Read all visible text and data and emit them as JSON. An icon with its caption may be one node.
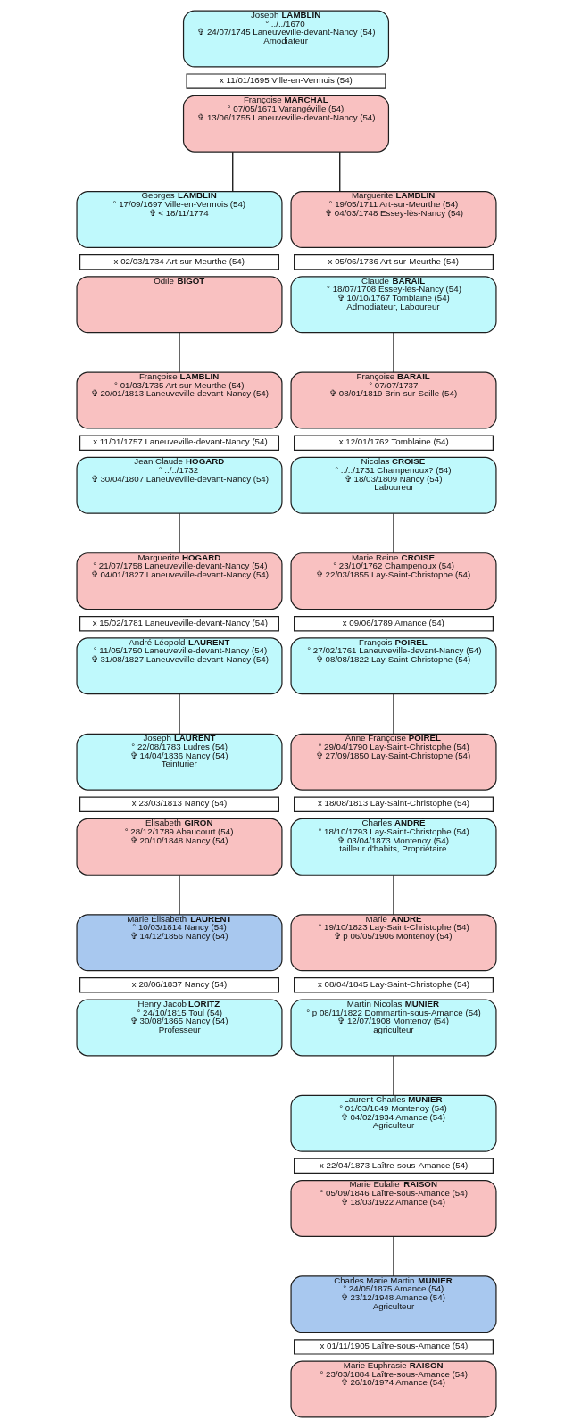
{
  "diagram": {
    "nodes": [
      {
        "text": [
          "Joseph **LAMBLIN**",
          "° ../../1670",
          "✞ 24/07/1745 Laneuveville-devant-Nancy (54)",
          "Amodiateur"
        ]
      },
      {
        "text": [
          "x 11/01/1695 Ville-en-Vermois (54)"
        ]
      },
      {
        "text": [
          "Françoise **MARCHAL**",
          "° 07/05/1671 Varangéville (54)",
          "✞ 13/06/1755 Laneuveville-devant-Nancy (54)"
        ]
      },
      {
        "text": [
          "Georges **LAMBLIN**",
          "° 17/09/1697 Ville-en-Vermois (54)",
          "✞ < 18/11/1774"
        ]
      },
      {
        "text": [
          "Marguerite **LAMBLIN**",
          "° 19/05/1711 Art-sur-Meurthe (54)",
          "✞ 04/03/1748 Essey-lès-Nancy (54)"
        ]
      },
      {
        "text": [
          "x 02/03/1734 Art-sur-Meurthe (54)"
        ]
      },
      {
        "text": [
          "x 05/06/1736 Art-sur-Meurthe (54)"
        ]
      },
      {
        "text": [
          "Odile **BIGOT**"
        ]
      },
      {
        "text": [
          "Claude **BARAIL**",
          "° 18/07/1708 Essey-lès-Nancy (54)",
          "✞ 10/10/1767 Tomblaine (54)",
          "Admodiateur, Laboureur"
        ]
      },
      {
        "text": [
          "Françoise **LAMBLIN**",
          "° 01/03/1735 Art-sur-Meurthe (54)",
          "✞ 20/01/1813 Laneuveville-devant-Nancy (54)"
        ]
      },
      {
        "text": [
          "Françoise **BARAIL**",
          "° 07/07/1737",
          "✞ 08/01/1819 Brin-sur-Seille (54)"
        ]
      },
      {
        "text": [
          "x 11/01/1757 Laneuveville-devant-Nancy (54)"
        ]
      },
      {
        "text": [
          "x 12/01/1762 Tomblaine (54)"
        ]
      },
      {
        "text": [
          "Jean Claude **HOGARD**",
          "° ../../1732",
          "✞ 30/04/1807 Laneuveville-devant-Nancy (54)"
        ]
      },
      {
        "text": [
          "Nicolas **CROISE**",
          "° ../../1731 Champenoux? (54)",
          "✞ 18/03/1809 Nancy (54)",
          "Laboureur"
        ]
      },
      {
        "text": [
          "Marguerite **HOGARD**",
          "° 21/07/1758 Laneuveville-devant-Nancy (54)",
          "✞ 04/01/1827 Laneuveville-devant-Nancy (54)"
        ]
      },
      {
        "text": [
          "Marie Reine **CROISE**",
          "° 23/10/1762 Champenoux (54)",
          "✞ 22/03/1855 Lay-Saint-Christophe (54)"
        ]
      },
      {
        "text": [
          "x 15/02/1781 Laneuveville-devant-Nancy (54)"
        ]
      },
      {
        "text": [
          "x 09/06/1789 Amance (54)"
        ]
      },
      {
        "text": [
          "André Léopold **LAURENT**",
          "° 11/05/1750 Laneuveville-devant-Nancy (54)",
          "✞ 31/08/1827 Laneuveville-devant-Nancy (54)"
        ]
      },
      {
        "text": [
          "François **POIREL**",
          "° 27/02/1761 Laneuveville-devant-Nancy (54)",
          "✞ 08/08/1822 Lay-Saint-Christophe (54)"
        ]
      },
      {
        "text": [
          "Joseph **LAURENT**",
          "° 22/08/1783 Ludres (54)",
          "✞ 14/04/1836 Nancy (54)",
          "Teinturier"
        ]
      },
      {
        "text": [
          "Anne Françoise **POIREL**",
          "° 29/04/1790 Lay-Saint-Christophe (54)",
          "✞ 27/09/1850 Lay-Saint-Christophe (54)"
        ]
      },
      {
        "text": [
          "x 23/03/1813 Nancy (54)"
        ]
      },
      {
        "text": [
          "x 18/08/1813 Lay-Saint-Christophe (54)"
        ]
      },
      {
        "text": [
          "Élisabeth **GIRON**",
          "° 28/12/1789 Abaucourt (54)",
          "✞ 20/10/1848 Nancy (54)"
        ]
      },
      {
        "text": [
          "Charles **ANDRÉ**",
          "° 18/10/1793 Lay-Saint-Christophe (54)",
          "✞ 03/04/1873 Montenoy (54)",
          "tailleur d'habits, Propriétaire"
        ]
      },
      {
        "text": [
          "Marie Élisabeth **LAURENT**",
          "° 10/03/1814 Nancy (54)",
          "✞ 14/12/1856 Nancy (54)"
        ]
      },
      {
        "text": [
          "Marie **ANDRÉ**",
          "° 19/10/1823 Lay-Saint-Christophe (54)",
          "✞ p 06/05/1906 Montenoy (54)"
        ]
      },
      {
        "text": [
          "x 28/06/1837 Nancy (54)"
        ]
      },
      {
        "text": [
          "x 08/04/1845 Lay-Saint-Christophe (54)"
        ]
      },
      {
        "text": [
          "Henry Jacob **LORITZ**",
          "° 24/10/1815 Toul (54)",
          "✞ 30/08/1865 Nancy (54)",
          "Professeur"
        ]
      },
      {
        "text": [
          "Martin Nicolas **MUNIER**",
          "° p 08/11/1822 Dommartin-sous-Amance (54)",
          "✞ 12/07/1908 Montenoy (54)",
          "agriculteur"
        ]
      },
      {
        "text": [
          "Laurent Charles **MUNIER**",
          "° 01/03/1849 Montenoy (54)",
          "✞ 04/02/1934 Amance (54)",
          "Agriculteur"
        ]
      },
      {
        "text": [
          "x 22/04/1873 Laître-sous-Amance (54)"
        ]
      },
      {
        "text": [
          "Marie Eulalie **RAISON**",
          "° 05/09/1846 Laître-sous-Amance (54)",
          "✞ 18/03/1922 Amance (54)"
        ]
      },
      {
        "text": [
          "Charles Marie Martin **MUNIER**",
          "° 24/05/1875 Amance (54)",
          "✞ 23/12/1948 Amance (54)",
          "Agriculteur"
        ]
      },
      {
        "text": [
          "x 01/11/1905 Laître-sous-Amance (54)"
        ]
      },
      {
        "text": [
          "Marie Euphrasie **RAISON**",
          "° 23/03/1884 Laître-sous-Amance (54)",
          "✞ 26/10/1974 Amance (54)"
        ]
      }
    ],
    "edges": [
      {
        "from": 2,
        "to": 3,
        "arrow": "none"
      },
      {
        "from": 2,
        "to": 4,
        "arrow": "none"
      },
      {
        "from": 7,
        "to": 9,
        "arrow": "none"
      },
      {
        "from": 8,
        "to": 10,
        "arrow": "none"
      },
      {
        "from": 13,
        "to": 15,
        "arrow": "none"
      },
      {
        "from": 14,
        "to": 16,
        "arrow": "none"
      },
      {
        "from": 19,
        "to": 21,
        "arrow": "none"
      },
      {
        "from": 20,
        "to": 22,
        "arrow": "none"
      },
      {
        "from": 25,
        "to": 27,
        "arrow": "none"
      },
      {
        "from": 26,
        "to": 28,
        "arrow": "none"
      },
      {
        "from": 32,
        "to": 33,
        "arrow": "none"
      },
      {
        "from": 35,
        "to": 36,
        "arrow": "none"
      }
    ]
  }
}
